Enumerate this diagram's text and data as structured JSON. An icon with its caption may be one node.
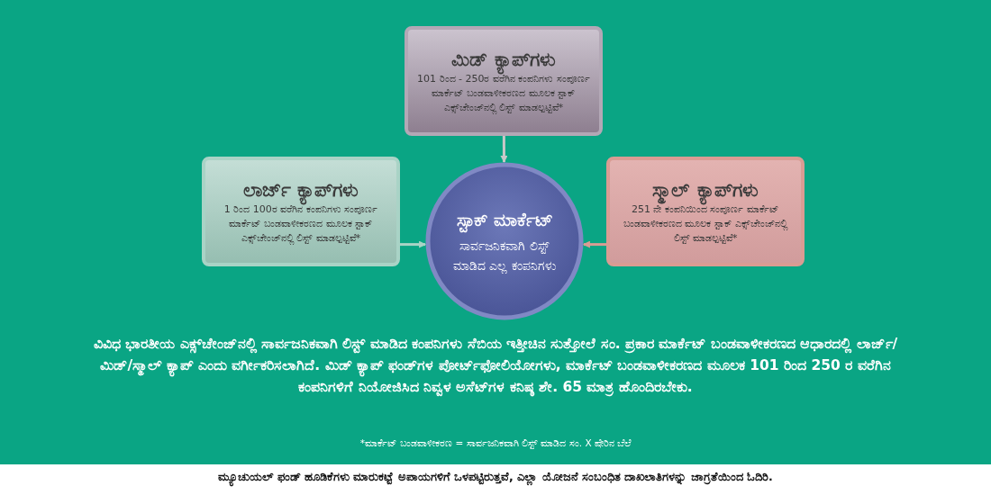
{
  "diagram": {
    "nodes": [
      {
        "text": [
          "ಮಿಡ್ ಕ್ಯಾಪ್‌ಗಳು",
          "101 ರಿಂದ - 250ರ ವರೆಗಿನ ಕಂಪನಿಗಳು ಸಂಪೂರ್ಣ ಮಾರ್ಕೆಟ್ ಬಂಡವಾಳೀಕರಣದ ಮೂಲಕ ಸ್ಟಾಕ್ ಎಕ್ಸ್‌ಚೇಂಜ್‌ನಲ್ಲಿ ಲಿಸ್ಟ್ ಮಾಡಲ್ಪಟ್ಟಿವೆ*"
        ]
      },
      {
        "text": [
          "ಲಾರ್ಜ್ ಕ್ಯಾಪ್‌ಗಳು",
          "1 ರಿಂದ 100ರ ವರೆಗಿನ ಕಂಪನಿಗಳು ಸಂಪೂರ್ಣ ಮಾರ್ಕೆಟ್ ಬಂಡವಾಳೀಕರಣದ ಮೂಲಕ ಸ್ಟಾಕ್ ಎಕ್ಸ್‌ಚೇಂಜ್‌ನಲ್ಲಿ ಲಿಸ್ಟ್ ಮಾಡಲ್ಪಟ್ಟಿವೆ*"
        ]
      },
      {
        "text": [
          "ಸ್ಟಾಕ್ ಮಾರ್ಕೆಟ್",
          "ಸಾರ್ವಜನಿಕವಾಗಿ ಲಿಸ್ಟ್ ಮಾಡಿದ ಎಲ್ಲ ಕಂಪನಿಗಳು"
        ]
      },
      {
        "text": [
          "ಸ್ಮಾಲ್ ಕ್ಯಾಪ್‌ಗಳು",
          "251 ನೇ ಕಂಪನಿಯಿಂದ ಸಂಪೂರ್ಣ ಮಾರ್ಕೆಟ್ ಬಂಡವಾಳೀಕರಣದ ಮೂಲಕ ಸ್ಟಾಕ್ ಎಕ್ಸ್‌ಚೇಂಜ್‌ನಲ್ಲಿ ಲಿಸ್ಟ್ ಮಾಡಲ್ಪಟ್ಟಿವೆ*"
        ]
      }
    ],
    "edges": [
      {
        "from": 0,
        "to": 2,
        "arrow": "to",
        "color": "#c8c8c8"
      },
      {
        "from": 1,
        "to": 2,
        "arrow": "to",
        "color": "#a9d3c6"
      },
      {
        "from": 3,
        "to": 2,
        "arrow": "to",
        "color": "#d99c93"
      }
    ],
    "labels": [
      "ವಿವಿಧ ಭಾರತೀಯ ಎಕ್ಸ್‌ಚೇಂಜ್‌ನಲ್ಲಿ ಸಾರ್ವಜನಿಕವಾಗಿ ಲಿಸ್ಟ್ ಮಾಡಿದ ಕಂಪನಿಗಳು ಸೆಬಿಯ ಇತ್ತೀಚಿನ ಸುತ್ತೋಲೆ ಸಂ. ಪ್ರಕಾರ ಮಾರ್ಕೆಟ್ ಬಂಡವಾಳೀಕರಣದ ಆಧಾರದಲ್ಲಿ ಲಾರ್ಜ್/ ಮಿಡ್/ಸ್ಮಾಲ್ ಕ್ಯಾಪ್ ಎಂದು ವರ್ಗೀಕರಿಸಲಾಗಿದೆ. ಮಿಡ್ ಕ್ಯಾಪ್ ಫಂಡ್‌ಗಳ ಪೋರ್ಟ್‌ಫೋಲಿಯೋಗಳು, ಮಾರ್ಕೆಟ್ ಬಂಡವಾಳೀಕರಣದ ಮೂಲಕ 101 ರಿಂದ 250 ರ ವರೆಗಿನ ಕಂಪನಿಗಳಿಗೆ ನಿಯೋಜಿಸಿದ ನಿವ್ವಳ ಅಸೆಟ್‌ಗಳ ಕನಿಷ್ಠ ಶೇ. 65 ಮಾತ್ರ ಹೊಂದಿರಬೇಕು.",
      "*ಮಾರ್ಕೆಟ್ ಬಂಡವಾಳೀಕರಣ = ಸಾರ್ವಜನಿಕವಾಗಿ ಲಿಸ್ಟ್ ಮಾಡಿದ ಸಂ. X ಷೇರಿನ ಬೆಲೆ",
      "ಮ್ಯೂಚುಯಲ್ ಫಂಡ್ ಹೂಡಿಕೆಗಳು ಮಾರುಕಟ್ಟೆ ಅಪಾಯಗಳಿಗೆ ಒಳಪಟ್ಟಿರುತ್ತವೆ, ಎಲ್ಲಾ ಯೋಜನೆ ಸಂಬಂಧಿತ ದಾಖಲಾತಿಗಳನ್ನು ಜಾಗ್ರತೆಯಿಂದ ಓದಿರಿ."
    ]
  }
}
